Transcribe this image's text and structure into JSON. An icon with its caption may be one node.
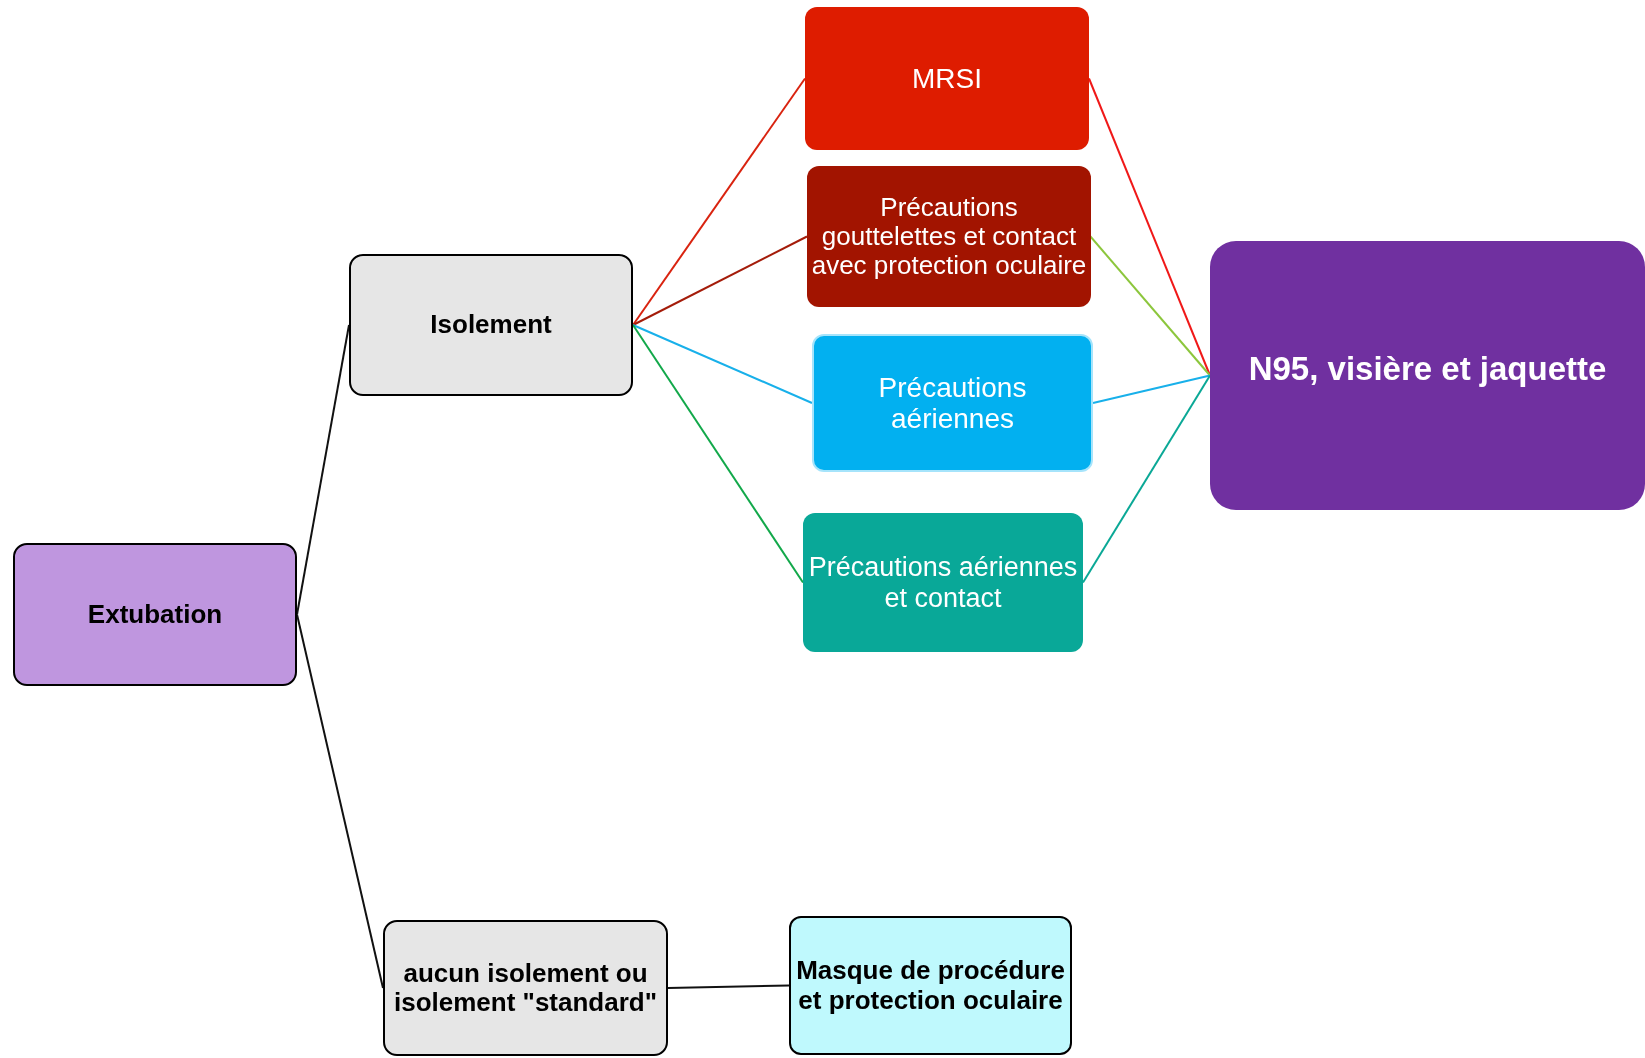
{
  "diagram": {
    "nodes": [
      {
        "text": [
          "Extubation"
        ]
      },
      {
        "text": [
          "Isolement"
        ]
      },
      {
        "text": [
          "aucun isolement ou isolement \"standard\""
        ]
      },
      {
        "text": [
          "MRSI"
        ]
      },
      {
        "text": [
          "Précautions gouttelettes et contact avec protection oculaire"
        ]
      },
      {
        "text": [
          "Précautions aériennes"
        ]
      },
      {
        "text": [
          "Précautions aériennes et contact"
        ]
      },
      {
        "text": [
          "N95, visière et jaquette"
        ]
      },
      {
        "text": [
          "Masque de procédure et protection oculaire"
        ]
      }
    ],
    "edges": [
      {
        "from": 0,
        "to": 1,
        "arrow": "none"
      },
      {
        "from": 0,
        "to": 2,
        "arrow": "none"
      },
      {
        "from": 1,
        "to": 3,
        "arrow": "none",
        "color": "#d9230f"
      },
      {
        "from": 1,
        "to": 4,
        "arrow": "none",
        "color": "#a41c0a"
      },
      {
        "from": 1,
        "to": 5,
        "arrow": "none",
        "color": "#18b0ea"
      },
      {
        "from": 1,
        "to": 6,
        "arrow": "none",
        "color": "#12a84a"
      },
      {
        "from": 3,
        "to": 7,
        "arrow": "none",
        "color": "#f01818"
      },
      {
        "from": 4,
        "to": 7,
        "arrow": "none",
        "color": "#8cc63c"
      },
      {
        "from": 5,
        "to": 7,
        "arrow": "none",
        "color": "#18b0ea"
      },
      {
        "from": 6,
        "to": 7,
        "arrow": "none",
        "color": "#0aa896"
      },
      {
        "from": 2,
        "to": 8,
        "arrow": "none"
      }
    ]
  }
}
